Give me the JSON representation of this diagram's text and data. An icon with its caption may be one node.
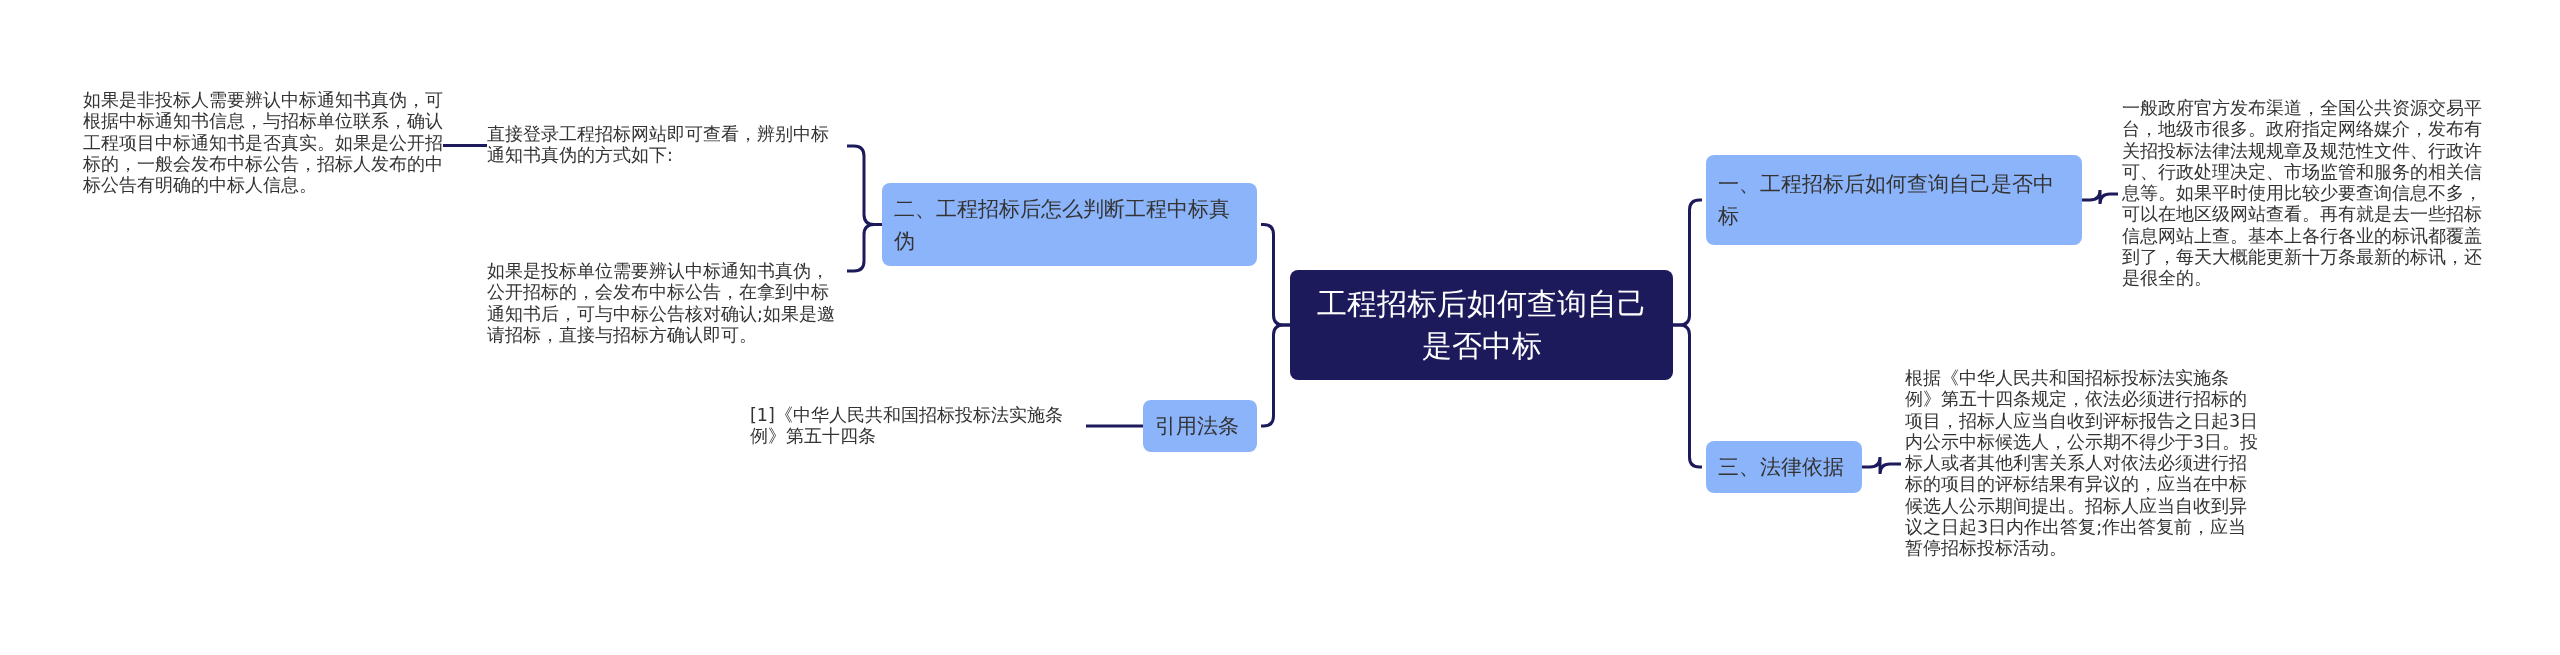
{
  "diagram": {
    "nodes": [
      {
        "text": [
          "工程招标后如何查询自己是否中标"
        ]
      },
      {
        "text": [
          "一、工程招标后如何查询自己是否中标"
        ]
      },
      {
        "text": [
          "一般政府官方发布渠道，全国公共资源交易平台，地级市很多。政府指定网络媒介，发布有关招投标法律法规规章及规范性文件、行政许可、行政处理决定、市场监管和服务的相关信息等。如果平时使用比较少要查询信息不多，可以在地区级网站查看。再有就是去一些招标信息网站上查。基本上各行各业的标讯都覆盖到了，每天大概能更新十万条最新的标讯，还是很全的。"
        ]
      },
      {
        "text": [
          "三、法律依据"
        ]
      },
      {
        "text": [
          "根据《中华人民共和国招标投标法实施条例》第五十四条规定，依法必须进行招标的项目，招标人应当自收到评标报告之日起3日内公示中标候选人，公示期不得少于3日。投标人或者其他利害关系人对依法必须进行招标的项目的评标结果有异议的，应当在中标候选人公示期间提出。招标人应当自收到异议之日起3日内作出答复;作出答复前，应当暂停招标投标活动。"
        ]
      },
      {
        "text": [
          "二、工程招标后怎么判断工程中标真伪"
        ]
      },
      {
        "text": [
          "直接登录工程招标网站即可查看，辨别中标通知书真伪的方式如下:"
        ]
      },
      {
        "text": [
          "如果是非投标人需要辨认中标通知书真伪，可根据中标通知书信息，与招标单位联系，确认工程项目中标通知书是否真实。如果是公开招标的，一般会发布中标公告，招标人发布的中标公告有明确的中标人信息。"
        ]
      },
      {
        "text": [
          "如果是投标单位需要辨认中标通知书真伪，公开招标的，会发布中标公告，在拿到中标通知书后，可与中标公告核对确认;如果是邀请招标，直接与招标方确认即可。"
        ]
      },
      {
        "text": [
          "引用法条"
        ]
      },
      {
        "text": [
          "[1]《中华人民共和国招标投标法实施条例》第五十四条"
        ]
      }
    ],
    "edges": [
      {
        "from": 0,
        "to": 1,
        "arrow": "none"
      },
      {
        "from": 1,
        "to": 2,
        "arrow": "none"
      },
      {
        "from": 0,
        "to": 3,
        "arrow": "none"
      },
      {
        "from": 3,
        "to": 4,
        "arrow": "none"
      },
      {
        "from": 0,
        "to": 5,
        "arrow": "none"
      },
      {
        "from": 5,
        "to": 6,
        "arrow": "none"
      },
      {
        "from": 6,
        "to": 7,
        "arrow": "none"
      },
      {
        "from": 5,
        "to": 8,
        "arrow": "none"
      },
      {
        "from": 0,
        "to": 9,
        "arrow": "none"
      },
      {
        "from": 9,
        "to": 10,
        "arrow": "none"
      }
    ]
  }
}
